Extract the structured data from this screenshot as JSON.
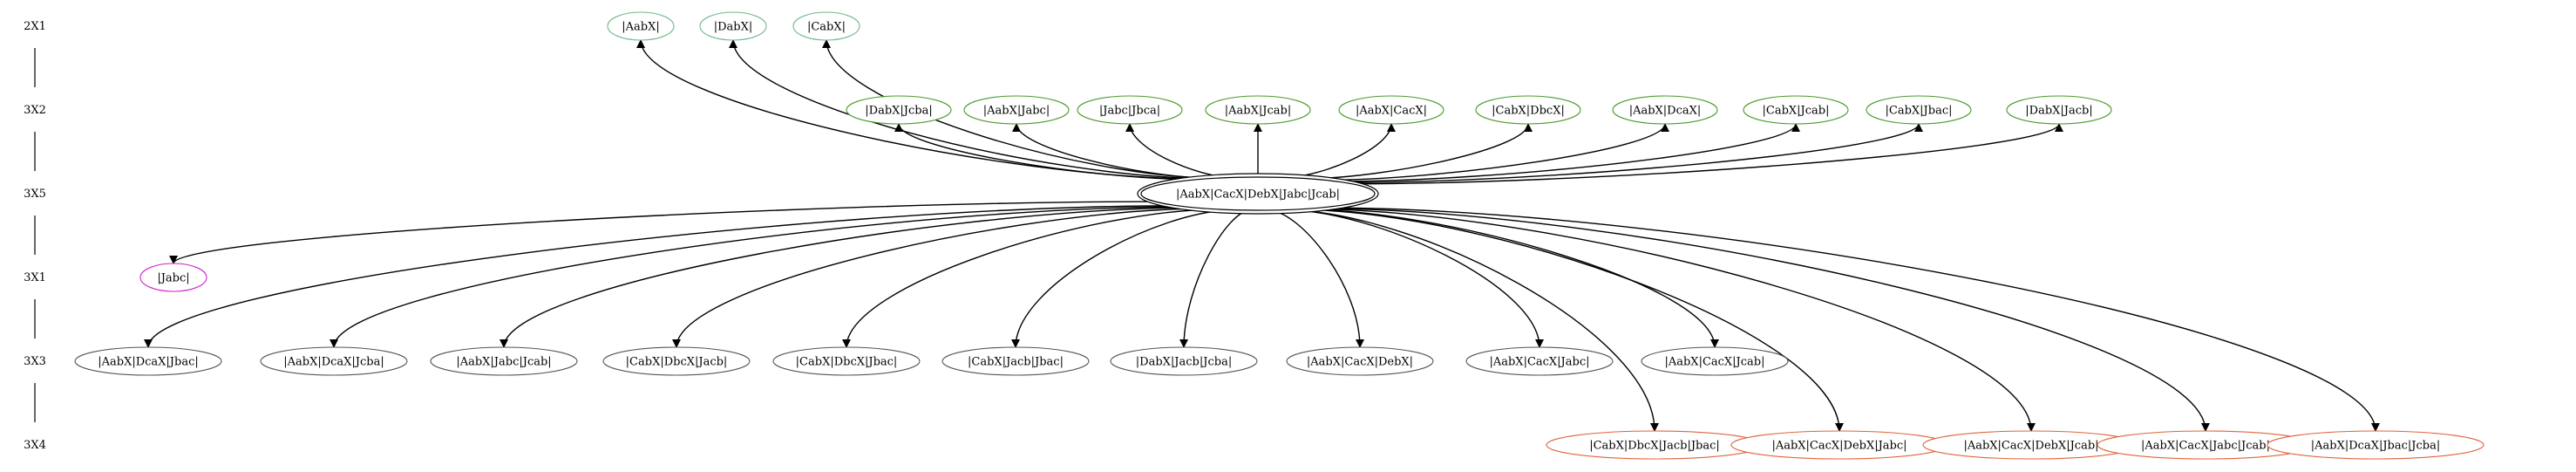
{
  "levels": [
    "2X1",
    "3X2",
    "3X5",
    "3X1",
    "3X3",
    "3X4"
  ],
  "center": {
    "label": "|AabX|CacX|DebX|Jabc|Jcab|",
    "color": "#000000"
  },
  "groups": {
    "2X1": {
      "color": "#6fb88a",
      "nodes": [
        "|AabX|",
        "|DabX|",
        "|CabX|"
      ]
    },
    "3X2": {
      "color": "#4c9a2a",
      "nodes": [
        "|DabX|Jcba|",
        "|AabX|Jabc|",
        "|Jabc|Jbca|",
        "|AabX|Jcab|",
        "|AabX|CacX|",
        "|CabX|DbcX|",
        "|AabX|DcaX|",
        "|CabX|Jcab|",
        "|CabX|Jbac|",
        "|DabX|Jacb|"
      ]
    },
    "3X1": {
      "color": "#cc22cc",
      "nodes": [
        "|Jabc|"
      ]
    },
    "3X3": {
      "color": "#555555",
      "nodes": [
        "|AabX|DcaX|Jbac|",
        "|AabX|DcaX|Jcba|",
        "|AabX|Jabc|Jcab|",
        "|CabX|DbcX|Jacb|",
        "|CabX|DbcX|Jbac|",
        "|CabX|Jacb|Jbac|",
        "|DabX|Jacb|Jcba|",
        "|AabX|CacX|DebX|",
        "|AabX|CacX|Jabc|",
        "|AabX|CacX|Jcab|"
      ]
    },
    "3X4": {
      "color": "#e0643c",
      "nodes": [
        "|CabX|DbcX|Jacb|Jbac|",
        "|AabX|CacX|DebX|Jabc|",
        "|AabX|CacX|DebX|Jcab|",
        "|AabX|CacX|Jabc|Jcab|",
        "|AabX|DcaX|Jbac|Jcba|"
      ]
    }
  }
}
